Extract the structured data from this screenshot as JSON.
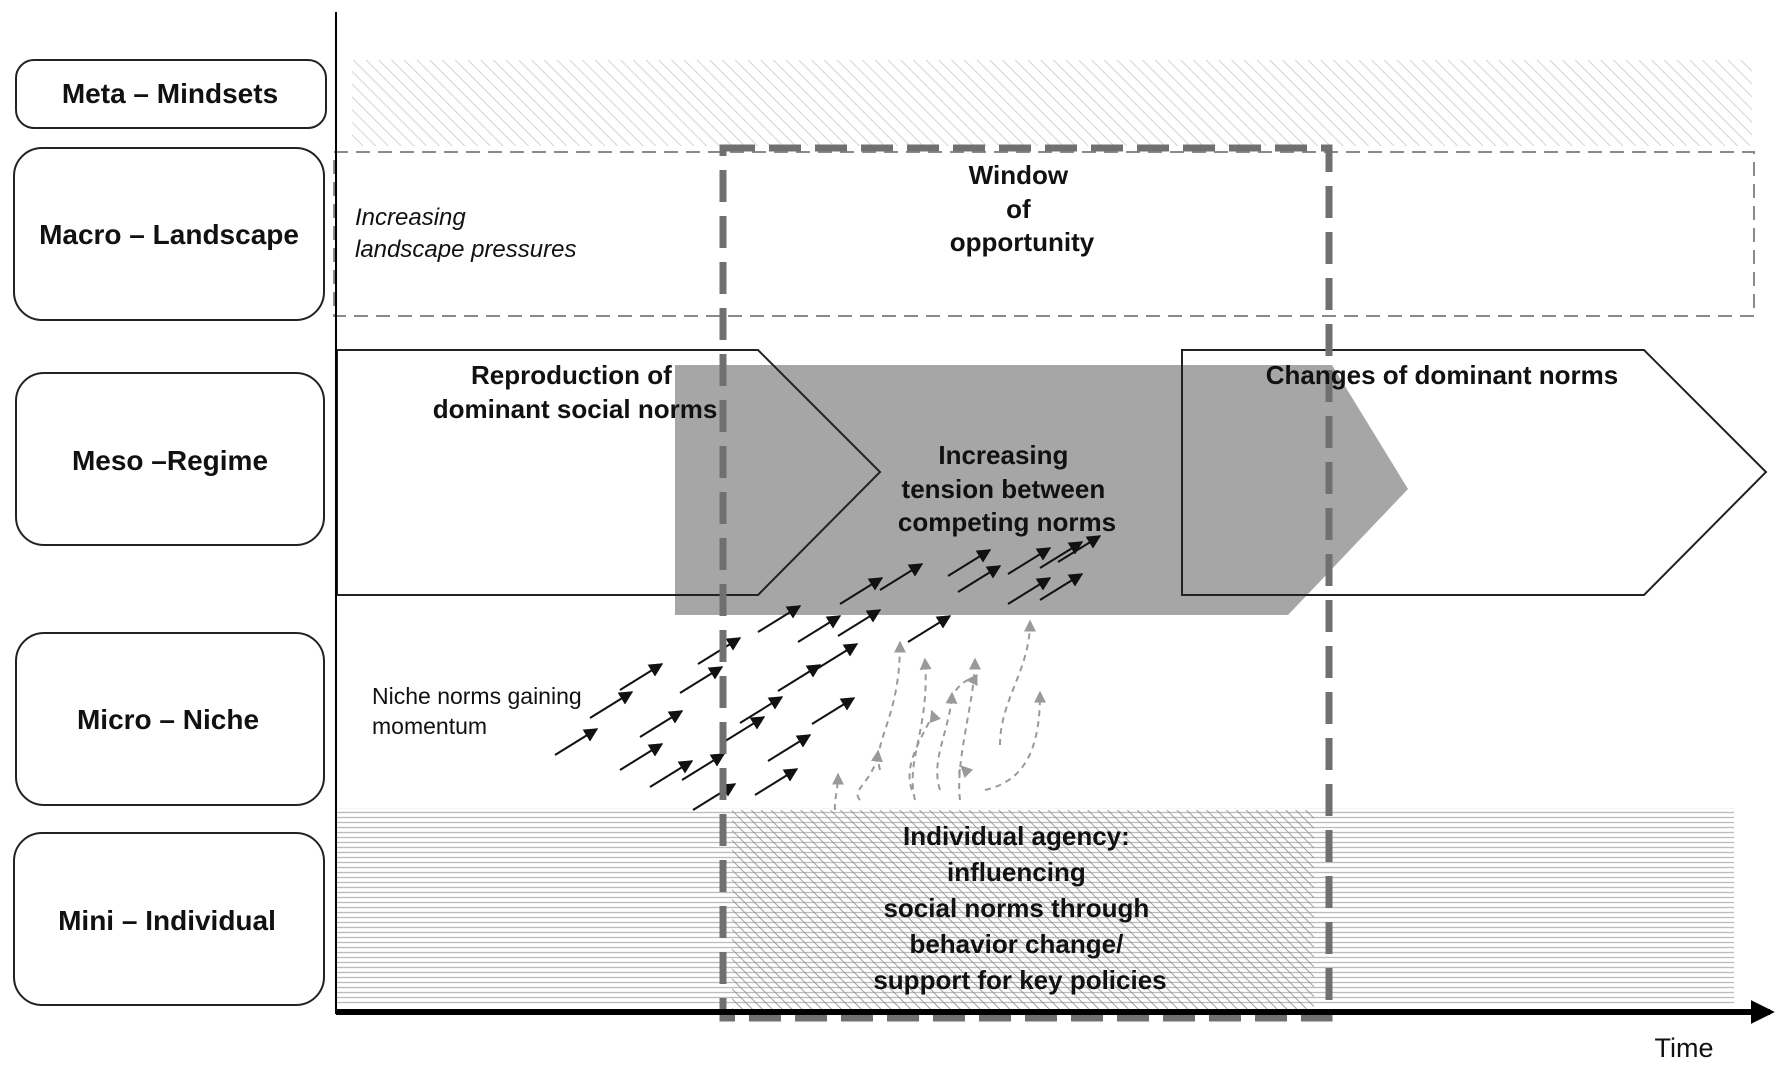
{
  "levels": {
    "meta": "Meta – Mindsets",
    "macro": "Macro – Landscape",
    "meso": "Meso –Regime",
    "micro": "Micro – Niche",
    "mini": "Mini – Individual"
  },
  "labels": {
    "landscape_pressures": [
      "Increasing",
      "landscape pressures"
    ],
    "window": [
      "Window",
      "of",
      "opportunity"
    ],
    "reproduction": [
      "Reproduction of",
      "dominant social norms"
    ],
    "changes": [
      "Changes of dominant norms"
    ],
    "tension": [
      "Increasing",
      "tension between",
      "competing norms"
    ],
    "niche_momentum": [
      "Niche norms gaining",
      "momentum"
    ],
    "individual_agency": [
      "Individual agency:",
      "influencing",
      "social norms through",
      "behavior change/",
      "support for key policies"
    ],
    "time_axis": "Time"
  },
  "colors": {
    "tension_fill": "#a6a6a6",
    "window_stroke": "#707070",
    "hatch": "#bdbdbd",
    "dashed_arrow": "#9a9a9a",
    "text": "#111111"
  },
  "icons": {
    "black_arrow": "solid-arrow-icon",
    "grey_arrow": "dashed-curved-arrow-icon",
    "axis": "time-axis-arrow-icon"
  }
}
